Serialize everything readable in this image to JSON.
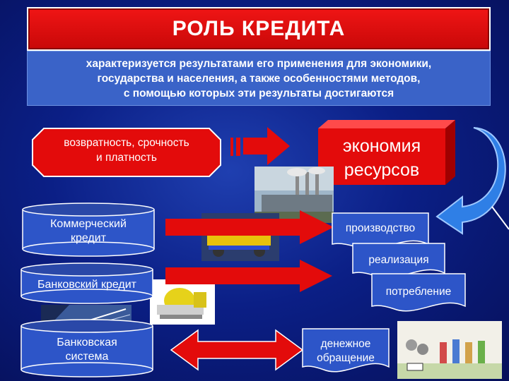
{
  "title": "РОЛЬ КРЕДИТА",
  "description": {
    "line1": "характеризуется результатами его применения для экономики,",
    "line2": "государства и населения, а также особенностями методов,",
    "line3": "с помощью которых эти результаты достигаются"
  },
  "principles": {
    "line1": "возвратность, срочность",
    "line2": "и платность"
  },
  "economy": {
    "line1": "экономия",
    "line2": "ресурсов"
  },
  "credit_types": {
    "commercial_line1": "Коммерческий",
    "commercial_line2": "кредит",
    "bank_credit": "Банковский кредит",
    "bank_system_line1": "Банковская",
    "bank_system_line2": "система"
  },
  "stages": {
    "production": "производство",
    "realization": "реализация",
    "consumption": "потребление",
    "money_line1": "денежное",
    "money_line2": "обращение"
  },
  "colors": {
    "accent_red": "#e30b0b",
    "panel_blue": "#3a63c8",
    "cylinder_blue": "#2d55c8",
    "arrow_blue": "#2f7fe6"
  }
}
